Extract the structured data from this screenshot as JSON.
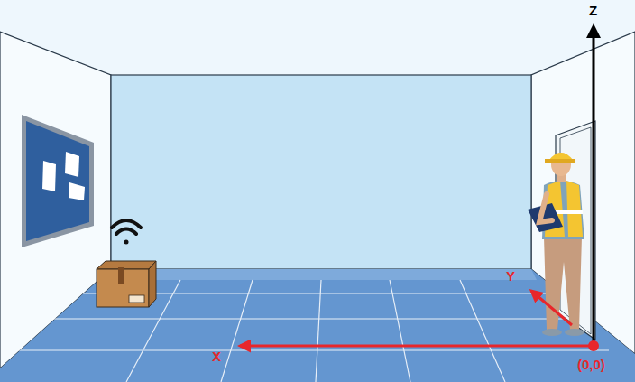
{
  "diagram": {
    "labels": [
      "Z",
      "Y",
      "X",
      "(0,0)"
    ]
  }
}
